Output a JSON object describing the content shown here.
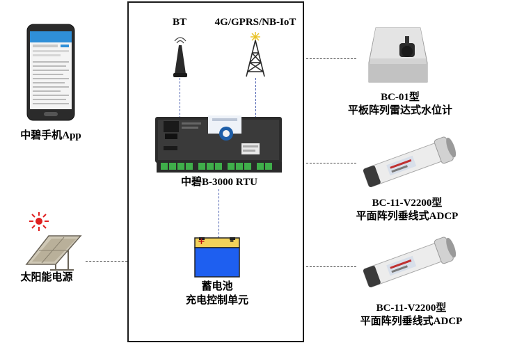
{
  "labels": {
    "app": "中碧手机App",
    "solar": "太阳能电源",
    "bt": "BT",
    "cellular": "4G/GPRS/NB-IoT",
    "rtu": "中碧B-3000 RTU",
    "battery_line1": "蓄电池",
    "battery_line2": "充电控制单元",
    "radar_line1": "BC-01型",
    "radar_line2": "平板阵列雷达式水位计",
    "adcp1_line1": "BC-11-V2200型",
    "adcp1_line2": "平面阵列垂线式ADCP",
    "adcp2_line1": "BC-11-V2200型",
    "adcp2_line2": "平面阵列垂线式ADCP"
  },
  "battery_terminals": {
    "positive": "+",
    "negative": "-"
  },
  "icons": {
    "phone": "smartphone-icon",
    "sun": "sun-icon",
    "solar_panel": "solar-panel-icon",
    "bt_antenna": "bt-antenna-icon",
    "cell_tower": "cell-tower-icon",
    "rtu": "rtu-device-icon",
    "battery": "battery-icon",
    "radar": "radar-sensor-icon",
    "adcp": "adcp-sensor-icon"
  },
  "colors": {
    "battery_body": "#1e5ff0",
    "battery_top": "#f2d25a",
    "connector_dash": "#4a5fb0",
    "box_border": "#1a1a1a"
  }
}
